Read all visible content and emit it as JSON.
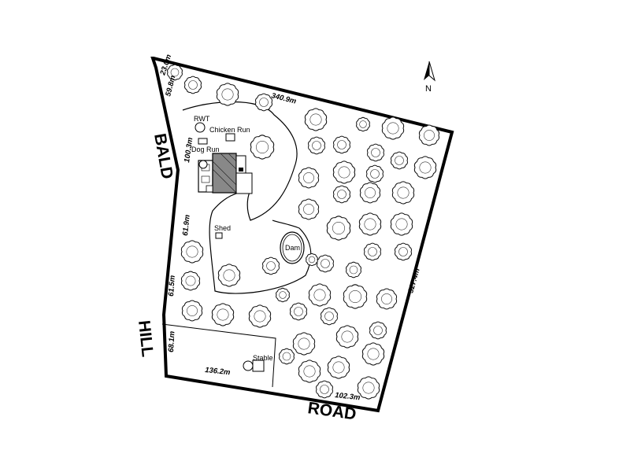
{
  "north_label": "N",
  "roads": {
    "bald": "BALD",
    "hill": "HILL",
    "road": "ROAD"
  },
  "dimensions": {
    "d23": "23.0m",
    "d59": "59.8m",
    "d340": "340.9m",
    "d100": "100.3m",
    "d61_9": "61.9m",
    "d61_5": "61.5m",
    "d68": "68.1m",
    "d136": "136.2m",
    "d102": "102.3m",
    "d327": "327.4m"
  },
  "features": {
    "rwt": "RWT",
    "chicken_run": "Chicken Run",
    "dog_run": "Dog Run",
    "shed": "Shed",
    "dam": "Dam",
    "stable": "Stable"
  },
  "colors": {
    "line": "#000000",
    "background": "#ffffff"
  }
}
